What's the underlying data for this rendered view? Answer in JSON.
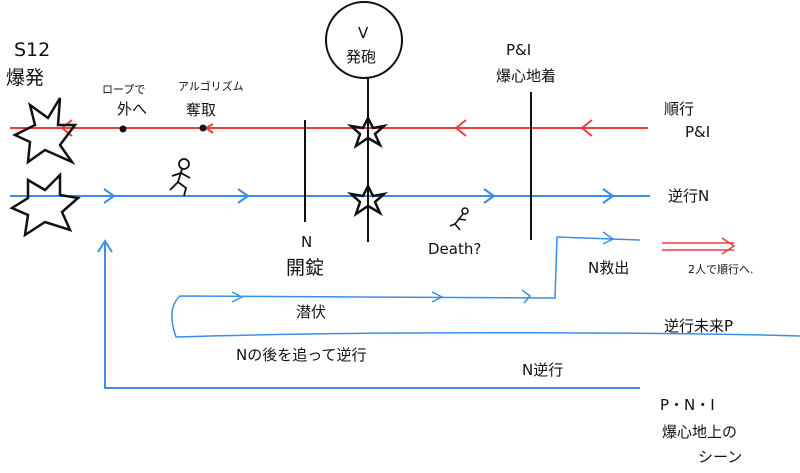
{
  "colors": {
    "forward": "#e8403a",
    "reverse": "#3a8ee8",
    "ink": "#111111"
  },
  "labels": {
    "s12": "S12",
    "explosion": "爆発",
    "rope": "ロープで",
    "outside": "外へ",
    "algorithm": "アルゴリズム",
    "steal": "奪取",
    "v": "V",
    "gunshot": "発砲",
    "p_and_i": "P&I",
    "ground_zero_arrive": "爆心地着",
    "forward": "順行",
    "forward_who": "P&I",
    "reverse_n": "逆行N",
    "n": "N",
    "unlock": "開錠",
    "death": "Death?",
    "rescue_n": "N救出",
    "both_forward": "2人で順行へ.",
    "hide": "潜伏",
    "reverse_future_p": "逆行未来P",
    "follow_n": "Nの後を追って逆行",
    "n_reverse": "N逆行",
    "pni": "P・N・I",
    "ground_zero_scene": "爆心地上の",
    "scene": "シーン"
  }
}
